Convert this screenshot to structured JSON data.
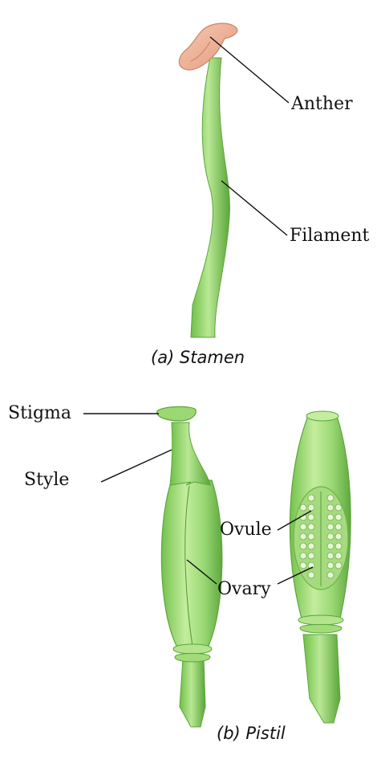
{
  "stamen": {
    "caption": "(a) Stamen",
    "labels": {
      "anther": "Anther",
      "filament": "Filament"
    }
  },
  "pistil": {
    "caption": "(b) Pistil",
    "labels": {
      "stigma": "Stigma",
      "style": "Style",
      "ovule": "Ovule",
      "ovary": "Ovary"
    }
  },
  "colors": {
    "anther": "#f2b49a",
    "anther_dark": "#d98f74",
    "plant_green": "#8fd36a",
    "plant_light": "#c8eea6",
    "plant_dark": "#5aa63a",
    "ovule_cavity": "#a9dc84",
    "ovule": "#e9f8d8"
  }
}
